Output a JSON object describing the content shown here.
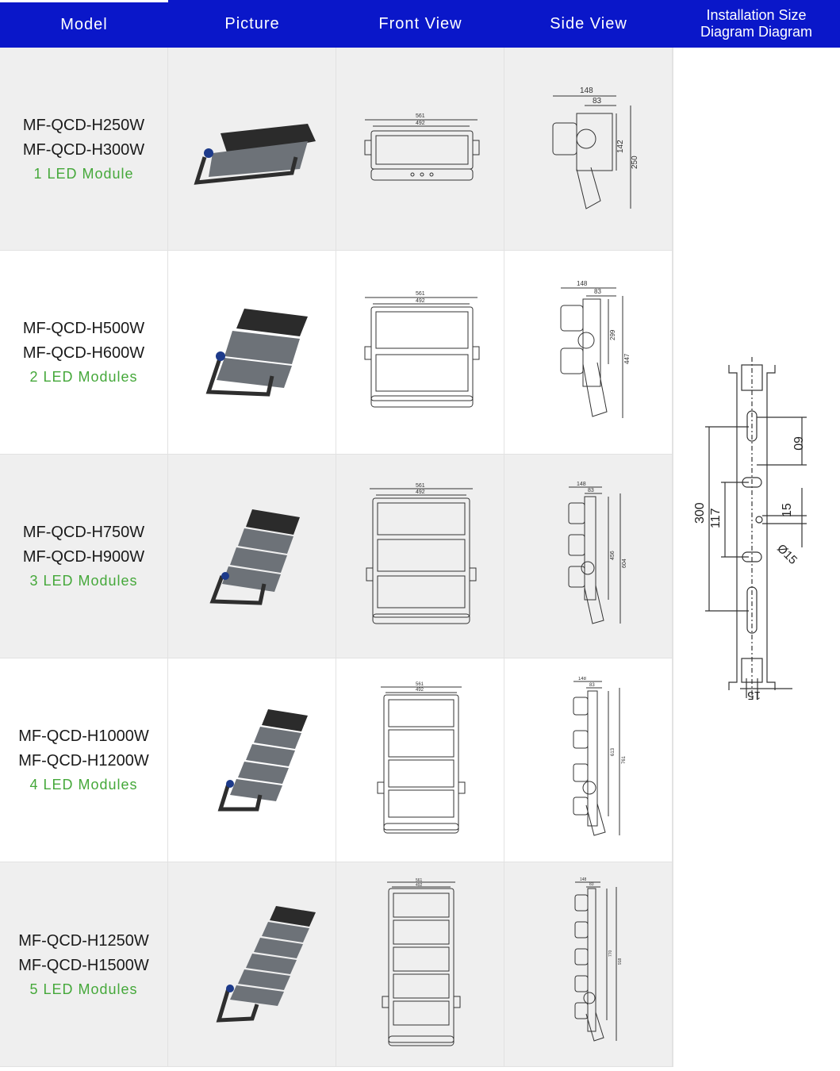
{
  "header": {
    "col1": "Model",
    "col2": "Picture",
    "col3": "Front View",
    "col4": "Side View",
    "col5_line1": "Installation Size",
    "col5_line2": "Diagram Diagram"
  },
  "colors": {
    "header_bg": "#0a17c9",
    "module_text": "#45a83a",
    "row_alt": "#efefef"
  },
  "rows": [
    {
      "model1": "MF-QCD-H250W",
      "model2": "MF-QCD-H300W",
      "modules": "1 LED Module",
      "front": {
        "w1": "561",
        "w2": "492"
      },
      "side": {
        "d1": "148",
        "d2": "83",
        "h1": "142",
        "h2": "250"
      }
    },
    {
      "model1": "MF-QCD-H500W",
      "model2": "MF-QCD-H600W",
      "modules": "2 LED Modules",
      "front": {
        "w1": "561",
        "w2": "492"
      },
      "side": {
        "d1": "148",
        "d2": "83",
        "h1": "299",
        "h2": "447"
      }
    },
    {
      "model1": "MF-QCD-H750W",
      "model2": "MF-QCD-H900W",
      "modules": "3 LED Modules",
      "front": {
        "w1": "561",
        "w2": "492"
      },
      "side": {
        "d1": "148",
        "d2": "83",
        "h1": "456",
        "h2": "604"
      }
    },
    {
      "model1": "MF-QCD-H1000W",
      "model2": "MF-QCD-H1200W",
      "modules": "4 LED Modules",
      "front": {
        "w1": "561",
        "w2": "492"
      },
      "side": {
        "d1": "148",
        "d2": "83",
        "h1": "613",
        "h2": "761"
      }
    },
    {
      "model1": "MF-QCD-H1250W",
      "model2": "MF-QCD-H1500W",
      "modules": "5 LED Modules",
      "front": {
        "w1": "561",
        "w2": "492"
      },
      "side": {
        "d1": "148",
        "d2": "83",
        "h1": "770",
        "h2": "918"
      }
    }
  ],
  "installation": {
    "d300": "300",
    "d117": "117",
    "d60": "60",
    "d15a": "15",
    "d15b": "Ø15",
    "d15c": "15"
  }
}
